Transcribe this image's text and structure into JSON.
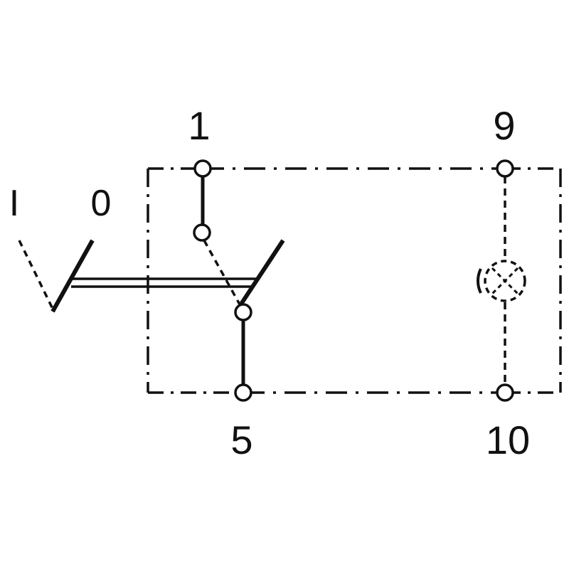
{
  "diagram": {
    "terminals": {
      "t1": "1",
      "t9": "9",
      "t5": "5",
      "t10": "10"
    },
    "positions": {
      "on": "I",
      "off": "0"
    }
  },
  "colors": {
    "ink": "#111111",
    "background": "#ffffff"
  }
}
